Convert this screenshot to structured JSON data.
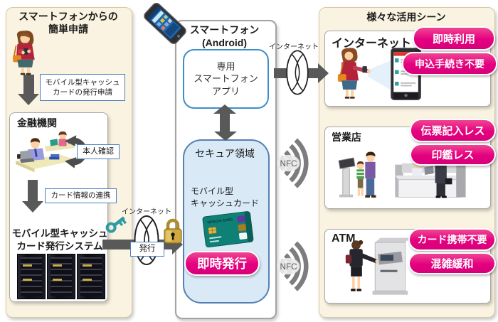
{
  "left_panel": {
    "title": "スマートフォンからの\n簡単申請",
    "request_label": "モバイル型キャッシュ\nカードの発行申請",
    "bank_box": {
      "title": "金融機関",
      "identity_check_label": "本人確認",
      "card_link_label": "カード情報の連携",
      "system_title": "モバイル型キャッシュ\nカード発行システム"
    }
  },
  "issue_connector": {
    "internet_label": "インターネット",
    "issue_label": "発行"
  },
  "phone_panel": {
    "title": "スマートフォン\n(Android)",
    "app_box_label": "専用\nスマートフォン\nアプリ",
    "secure_area": {
      "title": "セキュア領域",
      "card_label": "モバイル型\nキャッシュカード",
      "card_brand": "HITACHI CARD",
      "instant_issue_badge": "即時発行"
    }
  },
  "internet_connector": {
    "label": "インターネット"
  },
  "nfc_connector_top": {
    "label": "NFC"
  },
  "nfc_connector_bottom": {
    "label": "NFC"
  },
  "right_panel": {
    "title": "様々な活用シーン",
    "scenes": [
      {
        "name": "インターネット",
        "badges": [
          "即時利用",
          "申込手続き不要"
        ]
      },
      {
        "name": "営業店",
        "badges": [
          "伝票記入レス",
          "印鑑レス"
        ]
      },
      {
        "name": "ATM",
        "badges": [
          "カード携帯不要",
          "混雑緩和"
        ]
      }
    ]
  },
  "colors": {
    "panel_cream": "#fbf3e1",
    "badge_pink": "#e4007f",
    "label_border_blue": "#4a7fc0",
    "secure_fill": "#d9eaf6",
    "secure_border": "#567fb4",
    "arrow_gray": "#595959",
    "key_teal": "#2f9ba6",
    "lock_gold": "#cfa93e"
  },
  "icons": {
    "key": "key-icon",
    "padlock": "padlock-icon",
    "network_line": "network-line-icon",
    "nfc_waves": "nfc-waves-icon"
  }
}
